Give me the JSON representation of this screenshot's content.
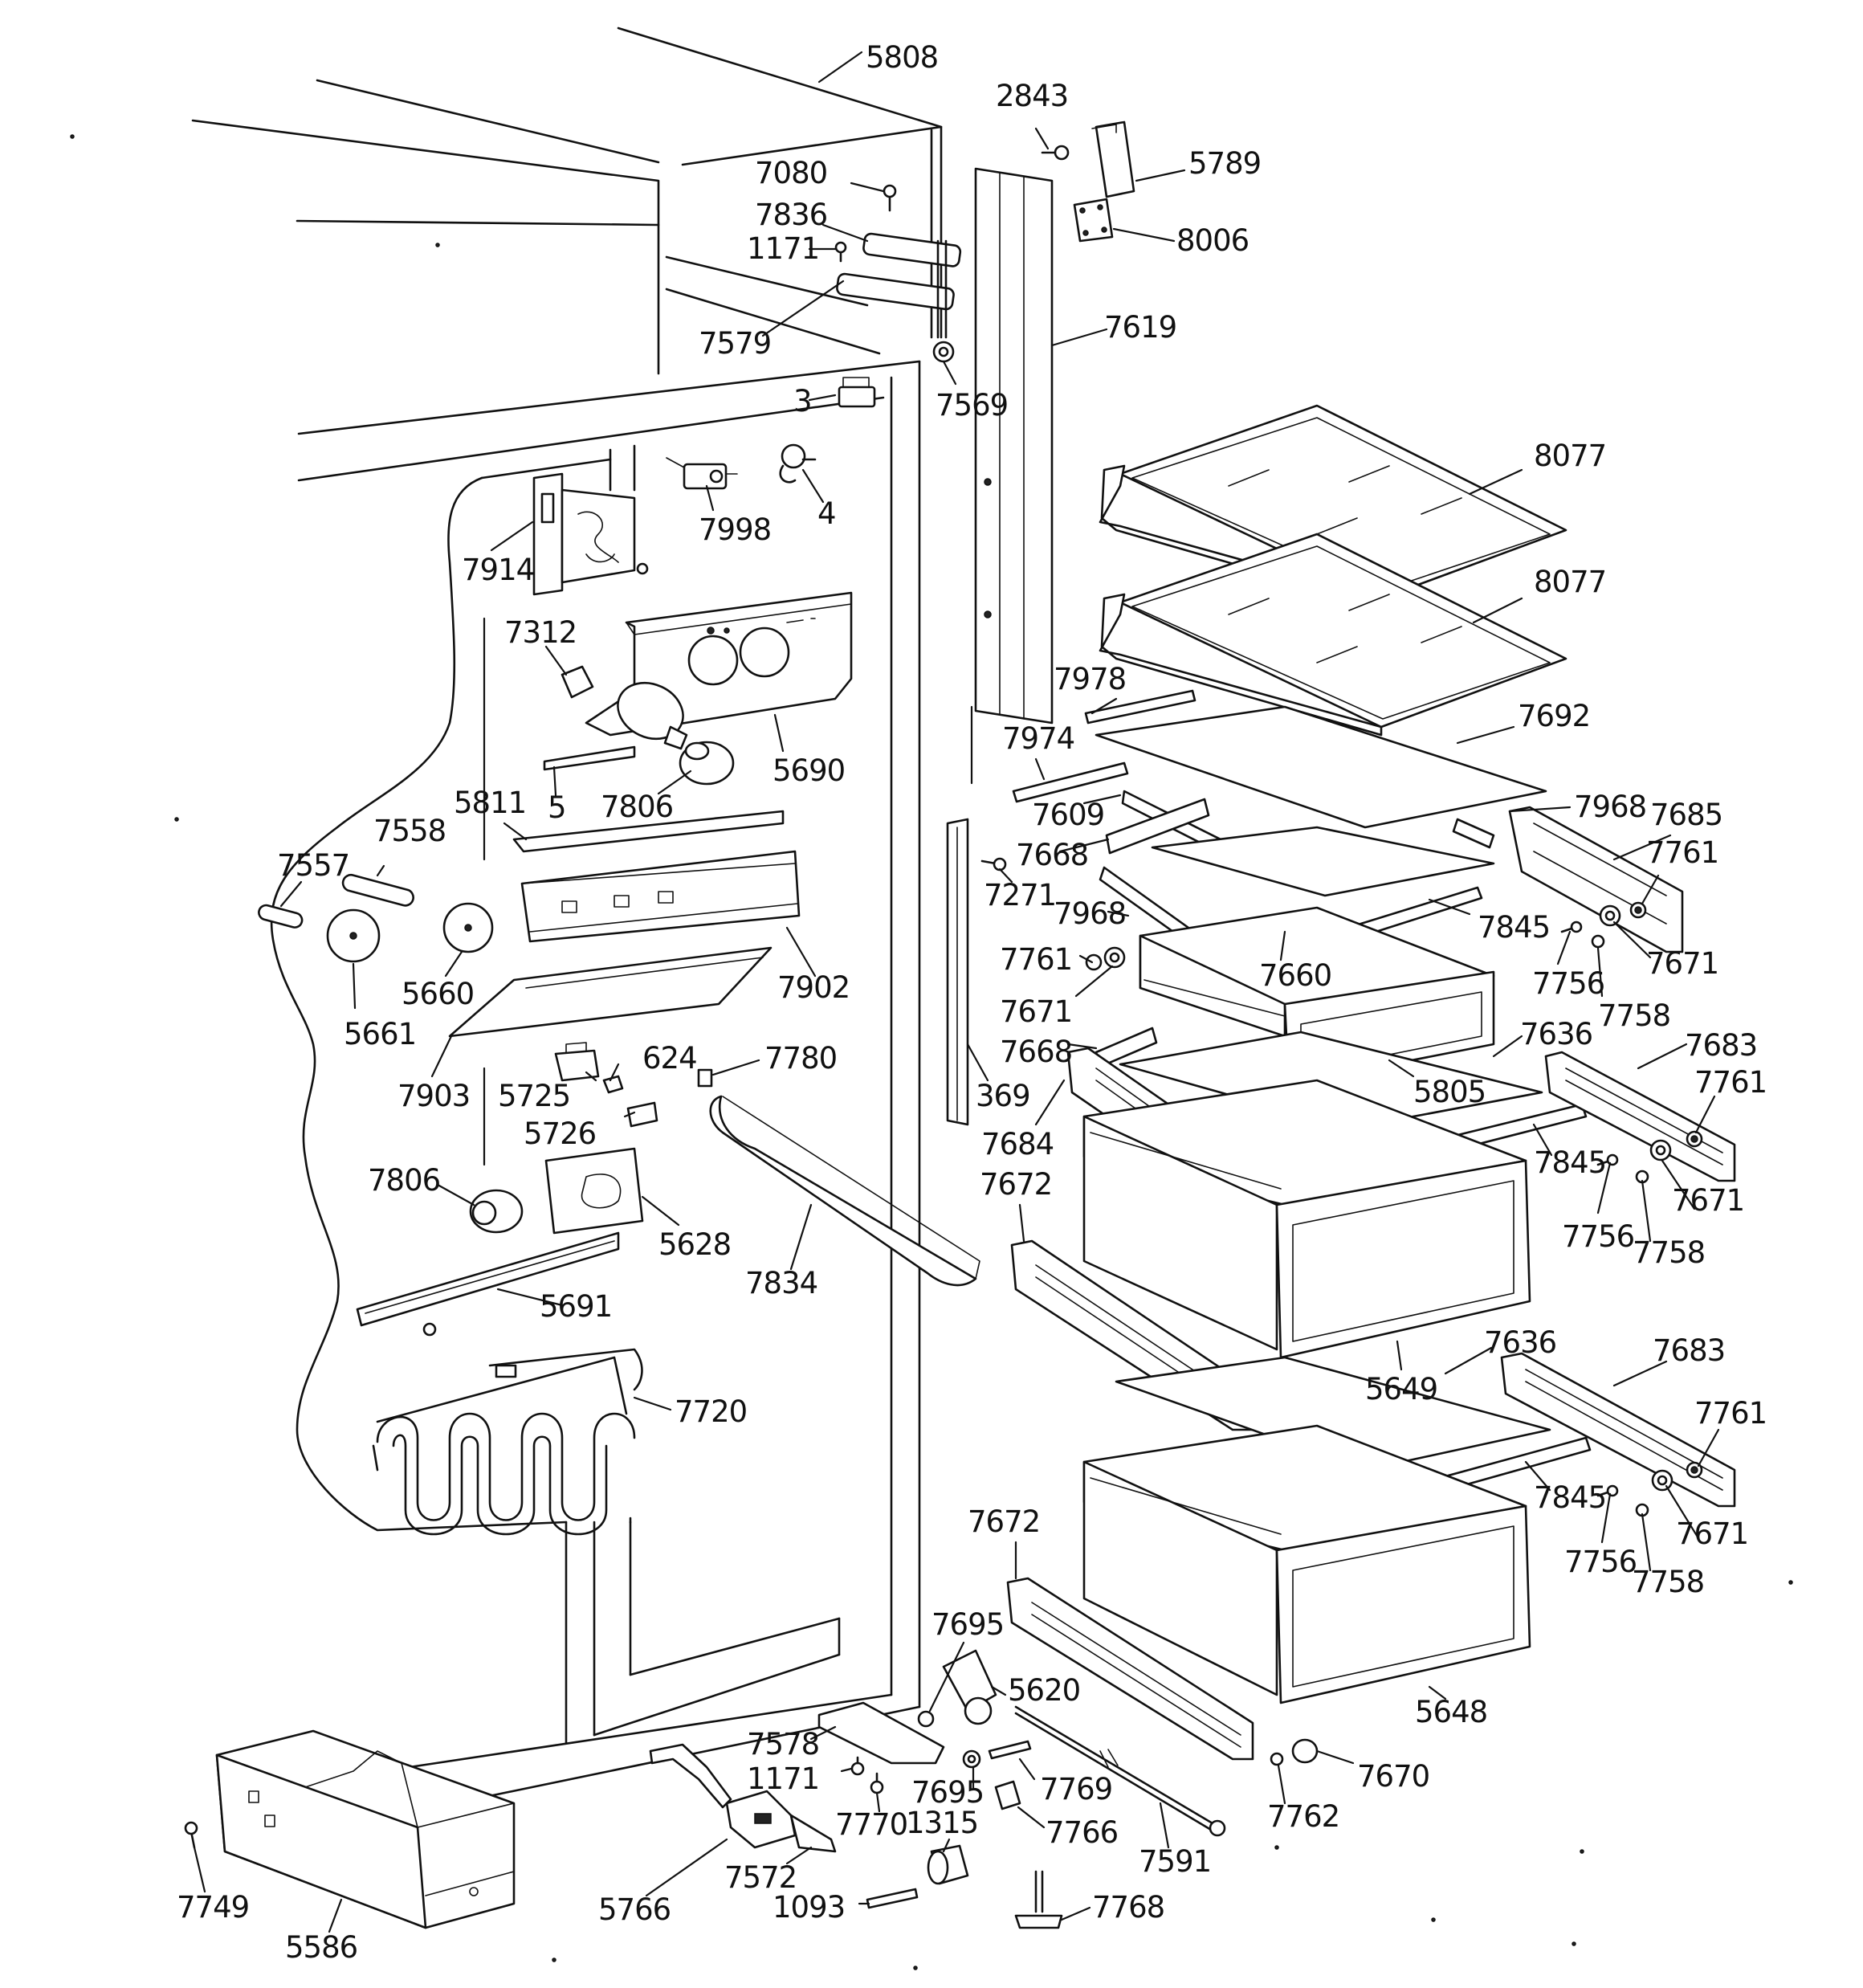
{
  "colors": {
    "ink": "#111111",
    "paper": "#ffffff"
  },
  "labels": [
    {
      "id": "l01",
      "text": "5808"
    },
    {
      "id": "l02",
      "text": "2843"
    },
    {
      "id": "l03",
      "text": "5789"
    },
    {
      "id": "l04",
      "text": "7080"
    },
    {
      "id": "l05",
      "text": "7836"
    },
    {
      "id": "l06",
      "text": "1171"
    },
    {
      "id": "l07",
      "text": "8006"
    },
    {
      "id": "l08",
      "text": "7619"
    },
    {
      "id": "l09",
      "text": "7579"
    },
    {
      "id": "l10",
      "text": "7569"
    },
    {
      "id": "l11",
      "text": "3"
    },
    {
      "id": "l12",
      "text": "8077"
    },
    {
      "id": "l13",
      "text": "7998"
    },
    {
      "id": "l14",
      "text": "4"
    },
    {
      "id": "l15",
      "text": "7914"
    },
    {
      "id": "l16",
      "text": "8077"
    },
    {
      "id": "l17",
      "text": "7312"
    },
    {
      "id": "l18",
      "text": "7978"
    },
    {
      "id": "l19",
      "text": "7692"
    },
    {
      "id": "l20",
      "text": "7974"
    },
    {
      "id": "l21",
      "text": "5690"
    },
    {
      "id": "l22",
      "text": "5811"
    },
    {
      "id": "l23",
      "text": "5"
    },
    {
      "id": "l24",
      "text": "7806"
    },
    {
      "id": "l25",
      "text": "7609"
    },
    {
      "id": "l26",
      "text": "7968"
    },
    {
      "id": "l27",
      "text": "7685"
    },
    {
      "id": "l28",
      "text": "7558"
    },
    {
      "id": "l29",
      "text": "7668"
    },
    {
      "id": "l30",
      "text": "7761"
    },
    {
      "id": "l31",
      "text": "7557"
    },
    {
      "id": "l32",
      "text": "7271"
    },
    {
      "id": "l33",
      "text": "7968"
    },
    {
      "id": "l34",
      "text": "7845"
    },
    {
      "id": "l35",
      "text": "7761"
    },
    {
      "id": "l36",
      "text": "7660"
    },
    {
      "id": "l37",
      "text": "7756"
    },
    {
      "id": "l38",
      "text": "7671"
    },
    {
      "id": "l39",
      "text": "5660"
    },
    {
      "id": "l40",
      "text": "7902"
    },
    {
      "id": "l41",
      "text": "7671"
    },
    {
      "id": "l42",
      "text": "7758"
    },
    {
      "id": "l43",
      "text": "5661"
    },
    {
      "id": "l44",
      "text": "7668"
    },
    {
      "id": "l45",
      "text": "7636"
    },
    {
      "id": "l46",
      "text": "7683"
    },
    {
      "id": "l47",
      "text": "624"
    },
    {
      "id": "l48",
      "text": "7780"
    },
    {
      "id": "l49",
      "text": "7761"
    },
    {
      "id": "l50",
      "text": "5725"
    },
    {
      "id": "l51",
      "text": "369"
    },
    {
      "id": "l52",
      "text": "5805"
    },
    {
      "id": "l53",
      "text": "7903"
    },
    {
      "id": "l54",
      "text": "5726"
    },
    {
      "id": "l55",
      "text": "7684"
    },
    {
      "id": "l56",
      "text": "7845"
    },
    {
      "id": "l57",
      "text": "7806"
    },
    {
      "id": "l58",
      "text": "7672"
    },
    {
      "id": "l59",
      "text": "7671"
    },
    {
      "id": "l60",
      "text": "7756"
    },
    {
      "id": "l61",
      "text": "5628"
    },
    {
      "id": "l62",
      "text": "7758"
    },
    {
      "id": "l63",
      "text": "7834"
    },
    {
      "id": "l64",
      "text": "5691"
    },
    {
      "id": "l65",
      "text": "7636"
    },
    {
      "id": "l66",
      "text": "7683"
    },
    {
      "id": "l67",
      "text": "5649"
    },
    {
      "id": "l68",
      "text": "7720"
    },
    {
      "id": "l69",
      "text": "7761"
    },
    {
      "id": "l70",
      "text": "7845"
    },
    {
      "id": "l71",
      "text": "7671"
    },
    {
      "id": "l72",
      "text": "7756"
    },
    {
      "id": "l73",
      "text": "7758"
    },
    {
      "id": "l74",
      "text": "7672"
    },
    {
      "id": "l75",
      "text": "7695"
    },
    {
      "id": "l76",
      "text": "5620"
    },
    {
      "id": "l77",
      "text": "5648"
    },
    {
      "id": "l78",
      "text": "7578"
    },
    {
      "id": "l79",
      "text": "1171"
    },
    {
      "id": "l80",
      "text": "7695"
    },
    {
      "id": "l81",
      "text": "7769"
    },
    {
      "id": "l82",
      "text": "7670"
    },
    {
      "id": "l83",
      "text": "7770"
    },
    {
      "id": "l84",
      "text": "1315"
    },
    {
      "id": "l85",
      "text": "7762"
    },
    {
      "id": "l86",
      "text": "7766"
    },
    {
      "id": "l87",
      "text": "7591"
    },
    {
      "id": "l88",
      "text": "7572"
    },
    {
      "id": "l89",
      "text": "7749"
    },
    {
      "id": "l90",
      "text": "1093"
    },
    {
      "id": "l91",
      "text": "7768"
    },
    {
      "id": "l92",
      "text": "5766"
    },
    {
      "id": "l93",
      "text": "5586"
    }
  ]
}
